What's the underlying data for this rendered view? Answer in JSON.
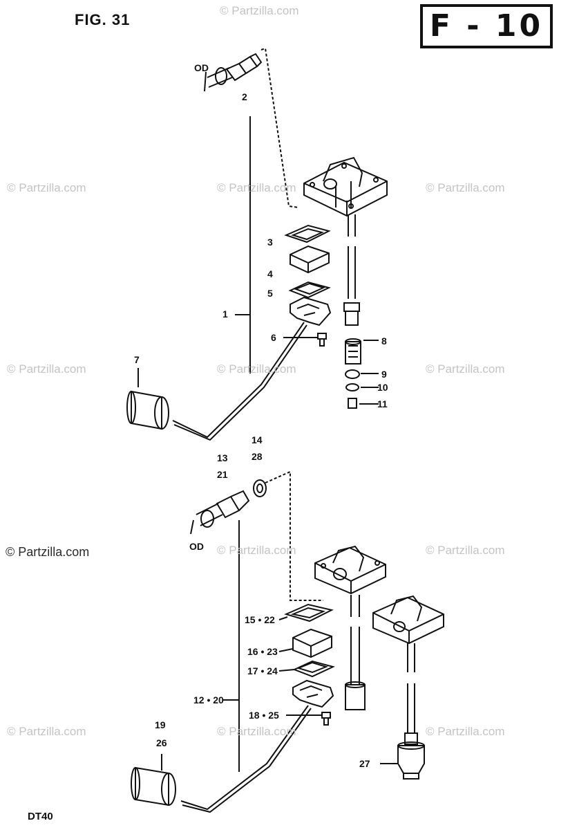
{
  "figure": {
    "label": "FIG. 31",
    "page_code": "F - 10",
    "model": "DT40"
  },
  "watermark": {
    "text": "© Partzilla.com"
  },
  "callouts": {
    "c1": "1",
    "c2": "2",
    "c3": "3",
    "c4": "4",
    "c5": "5",
    "c6": "6",
    "c7": "7",
    "c8": "8",
    "c9": "9",
    "c10": "10",
    "c11": "11",
    "c13": "13",
    "c14": "14",
    "c15_22": "15 • 22",
    "c16_23": "16 • 23",
    "c17_24": "17 • 24",
    "c18_25": "18 • 25",
    "c12_20": "12 • 20",
    "c19": "19",
    "c26": "26",
    "c21": "21",
    "c28": "28",
    "c27": "27",
    "od_top": "OD",
    "od_bottom": "OD"
  },
  "colors": {
    "line": "#111111",
    "watermark": "#c4c4c4"
  }
}
